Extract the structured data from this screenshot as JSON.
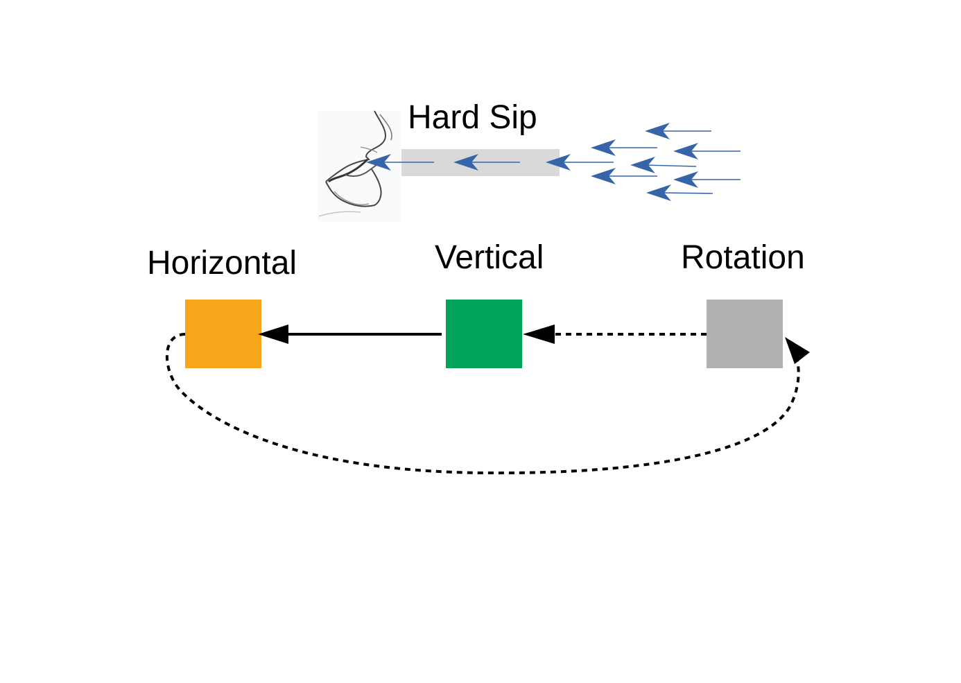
{
  "title": "Hard Sip",
  "nodes": [
    {
      "id": "horizontal",
      "label": "Horizontal",
      "color": "#F7A51B"
    },
    {
      "id": "vertical",
      "label": "Vertical",
      "color": "#00A35A"
    },
    {
      "id": "rotation",
      "label": "Rotation",
      "color": "#B0B0B0"
    }
  ],
  "edges": [
    {
      "from": "vertical",
      "to": "horizontal",
      "style": "solid"
    },
    {
      "from": "rotation",
      "to": "vertical",
      "style": "dotted"
    },
    {
      "from": "horizontal",
      "to": "rotation",
      "style": "dotted",
      "shape": "curved"
    }
  ],
  "colors": {
    "airflow_arrow": "#3565A8",
    "straw": "#D9D9D9",
    "edge": "#000000"
  },
  "icons": {
    "mouth": "mouth-sketch-icon",
    "airflow": "airflow-arrow-icon"
  }
}
